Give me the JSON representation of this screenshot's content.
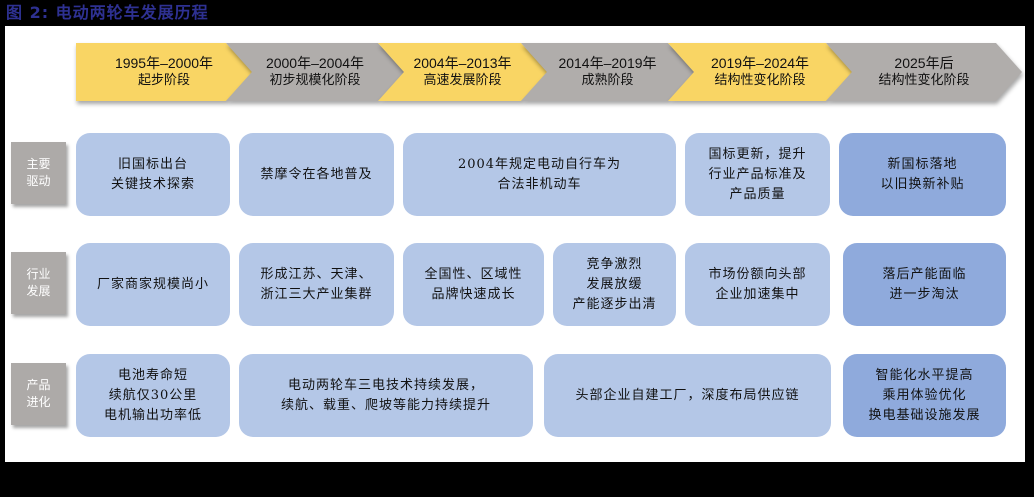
{
  "title": "图 2:  电动两轮车发展历程",
  "colors": {
    "stage_yellow": "#F9D564",
    "stage_grey": "#B0ADAB",
    "box_light": "#B4C7E7",
    "box_dark": "#8FAADC",
    "title": "#2E3192"
  },
  "stages": [
    {
      "years": "1995年–2000年",
      "name": "起步阶段",
      "color": "yellow"
    },
    {
      "years": "2000年–2004年",
      "name": "初步规模化阶段",
      "color": "grey"
    },
    {
      "years": "2004年–2013年",
      "name": "高速发展阶段",
      "color": "yellow"
    },
    {
      "years": "2014年–2019年",
      "name": "成熟阶段",
      "color": "grey"
    },
    {
      "years": "2019年–2024年",
      "name": "结构性变化阶段",
      "color": "yellow"
    },
    {
      "years": "2025年后",
      "name": "结构性变化阶段",
      "color": "grey"
    }
  ],
  "rows": [
    {
      "label": "主要\n驱动",
      "boxes": [
        {
          "text": "旧国标出台\n关键技术探索"
        },
        {
          "text": "禁摩令在各地普及"
        },
        {
          "text": "2004年规定电动自行车为\n合法非机动车"
        },
        {
          "text": "国标更新，提升\n行业产品标准及\n产品质量"
        },
        {
          "text": "新国标落地\n以旧换新补贴"
        }
      ]
    },
    {
      "label": "行业\n发展",
      "boxes": [
        {
          "text": "厂家商家规模尚小"
        },
        {
          "text": "形成江苏、天津、\n浙江三大产业集群"
        },
        {
          "text": "全国性、区域性\n品牌快速成长"
        },
        {
          "text": "竞争激烈\n发展放缓\n产能逐步出清"
        },
        {
          "text": "市场份额向头部\n企业加速集中"
        },
        {
          "text": "落后产能面临\n进一步淘汰"
        }
      ]
    },
    {
      "label": "产品\n进化",
      "boxes": [
        {
          "text": "电池寿命短\n续航仅30公里\n电机输出功率低"
        },
        {
          "text": "电动两轮车三电技术持续发展，\n续航、载重、爬坡等能力持续提升"
        },
        {
          "text": "头部企业自建工厂，深度布局供应链"
        },
        {
          "text": "智能化水平提高\n乘用体验优化\n换电基础设施发展"
        }
      ]
    }
  ]
}
